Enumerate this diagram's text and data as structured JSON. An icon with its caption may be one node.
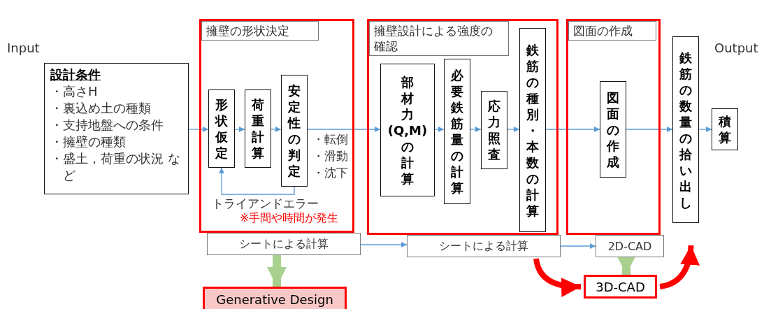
{
  "diagram": {
    "nodes": [
      {
        "text": [
          "設計条件",
          "・高さH",
          "・裏込め土の種類",
          "・支持地盤への条件",
          "・擁壁の種類",
          "・盛土，荷重の状況 など"
        ]
      },
      {
        "text": [
          "擁壁の形状決定"
        ]
      },
      {
        "text": [
          "形状仮定"
        ],
        "in": 1
      },
      {
        "text": [
          "荷重計算"
        ],
        "in": 1
      },
      {
        "text": [
          "安定性の判定"
        ],
        "in": 1,
        "beside": [
          "・転倒",
          "・滑動",
          "・沈下"
        ]
      },
      {
        "text": [
          "シートによる計算"
        ]
      },
      {
        "text": [
          "擁壁設計による強度の確認"
        ]
      },
      {
        "text": [
          "部材力(Q,M)の計算"
        ],
        "in": 6
      },
      {
        "text": [
          "必要鉄筋量の計算"
        ],
        "in": 6
      },
      {
        "text": [
          "応力照査"
        ],
        "in": 6
      },
      {
        "text": [
          "鉄筋の種別・本数の計算"
        ],
        "in": 6
      },
      {
        "text": [
          "シートによる計算"
        ]
      },
      {
        "text": [
          "図面の作成"
        ]
      },
      {
        "text": [
          "図面の作成"
        ],
        "in": 12
      },
      {
        "text": [
          "2D-CAD"
        ]
      },
      {
        "text": [
          "鉄筋の数量の拾い出し"
        ]
      },
      {
        "text": [
          "積算"
        ]
      },
      {
        "text": [
          "3D-CAD"
        ]
      },
      {
        "text": [
          "Generative Design"
        ]
      }
    ],
    "edges": [
      {
        "from": 0,
        "to": 2,
        "arrow": "to"
      },
      {
        "from": 2,
        "to": 3,
        "arrow": "to"
      },
      {
        "from": 3,
        "to": 4,
        "arrow": "to"
      },
      {
        "from": 4,
        "to": 2,
        "arrow": "to",
        "label": "トライアンドエラー"
      },
      {
        "from": 4,
        "to": 7,
        "arrow": "to"
      },
      {
        "from": 7,
        "to": 8,
        "arrow": "to"
      },
      {
        "from": 8,
        "to": 9,
        "arrow": "to"
      },
      {
        "from": 9,
        "to": 10,
        "arrow": "to"
      },
      {
        "from": 10,
        "to": 13,
        "arrow": "to"
      },
      {
        "from": 13,
        "to": 15,
        "arrow": "to"
      },
      {
        "from": 15,
        "to": 16,
        "arrow": "to"
      },
      {
        "from": 5,
        "to": 11,
        "arrow": "to"
      },
      {
        "from": 11,
        "to": 14,
        "arrow": "to"
      },
      {
        "from": 5,
        "to": 18,
        "arrow": "to",
        "style": "thick",
        "color": "#a9d18e"
      },
      {
        "from": 14,
        "to": 17,
        "arrow": "to",
        "style": "thick",
        "color": "#a9d18e"
      },
      {
        "from": 11,
        "to": 17,
        "arrow": "to",
        "style": "thick",
        "color": "#ff0000"
      },
      {
        "from": 17,
        "to": 15,
        "arrow": "to",
        "style": "thick",
        "color": "#ff0000"
      }
    ],
    "labels": [
      "Input",
      "Output",
      "※手間や時間が発生"
    ]
  }
}
